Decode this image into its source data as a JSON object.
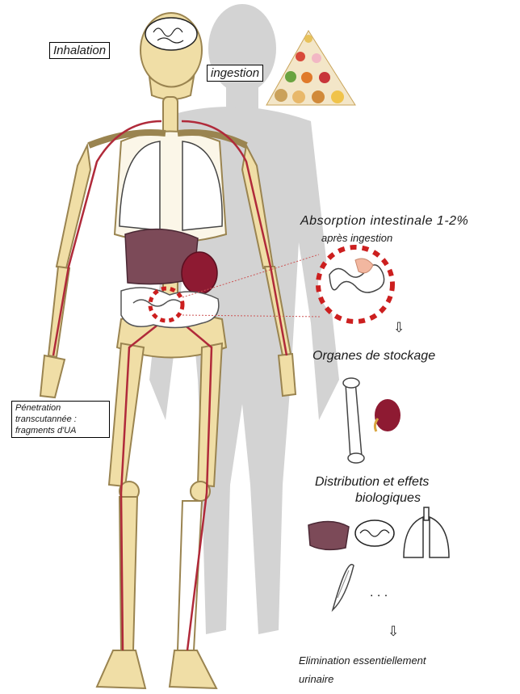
{
  "labels": {
    "inhalation": "Inhalation",
    "ingestion": "ingestion",
    "absorption_title": "Absorption intestinale 1-2%",
    "absorption_sub": "après ingestion",
    "storage": "Organes de stockage",
    "distribution_line1": "Distribution et effets",
    "distribution_line2": "biologiques",
    "ellipsis": ". . .",
    "skin_line1": "Pénetration",
    "skin_line2": "transcutannée :",
    "skin_line3": "fragments d'UA",
    "elimination_line1": "Elimination essentiellement",
    "elimination_line2": "urinaire"
  },
  "arrows": {
    "down": "⇩"
  },
  "colors": {
    "bone": "#f0dea6",
    "bone_stroke": "#9a8450",
    "silhouette": "#d3d3d3",
    "kidney": "#8e1a32",
    "liver": "#7c4a58",
    "artery": "#b02a3a",
    "dashed_circle": "#cc1f1f"
  },
  "icons": [
    "brain-icon",
    "food-pyramid-icon",
    "bone-icon",
    "kidney-icon",
    "liver-icon",
    "lungs-icon",
    "muscle-icon",
    "intestine-icon"
  ]
}
